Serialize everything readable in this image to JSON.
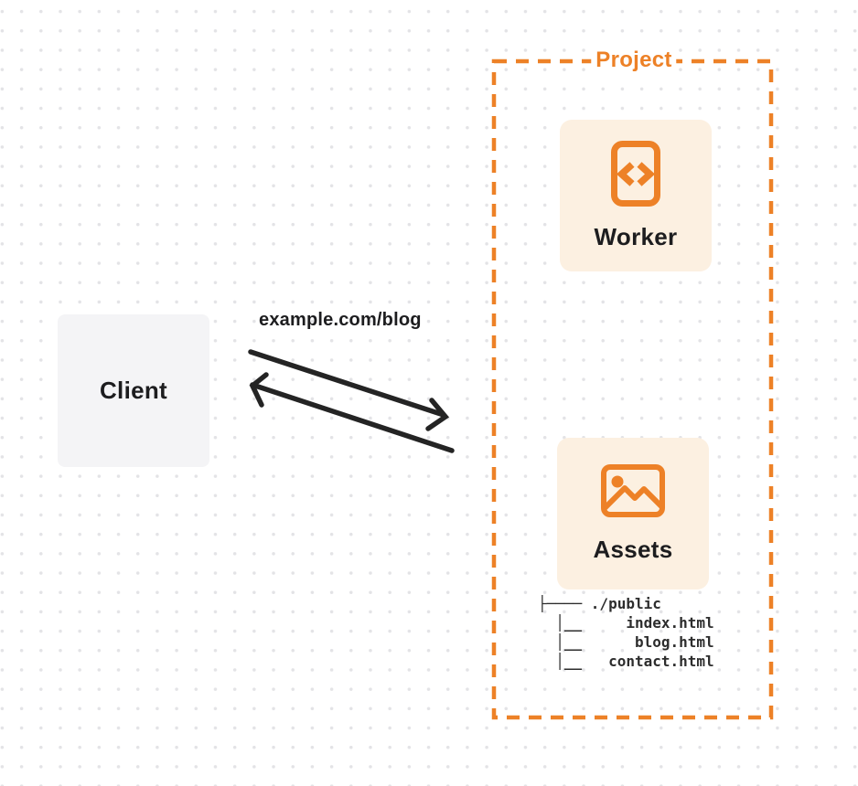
{
  "client": {
    "label": "Client"
  },
  "request": {
    "label": "example.com/blog"
  },
  "project": {
    "label": "Project",
    "worker": {
      "label": "Worker",
      "icon": "code-document-icon"
    },
    "assets": {
      "label": "Assets",
      "icon": "image-icon"
    },
    "file_tree": [
      "├──── ./public",
      "  │__     index.html",
      "  │__      blog.html",
      "  │__   contact.html"
    ]
  },
  "arrows": [
    {
      "name": "request-arrow",
      "direction": "client-to-project"
    },
    {
      "name": "response-arrow",
      "direction": "project-to-client"
    }
  ],
  "colors": {
    "accent_orange": "#ed8127",
    "card_cream": "#fcf0e1",
    "client_gray": "#f4f4f6",
    "ink": "#1d1d1f",
    "arrow_black": "#242424",
    "dot_grid": "#e3e3e6"
  }
}
